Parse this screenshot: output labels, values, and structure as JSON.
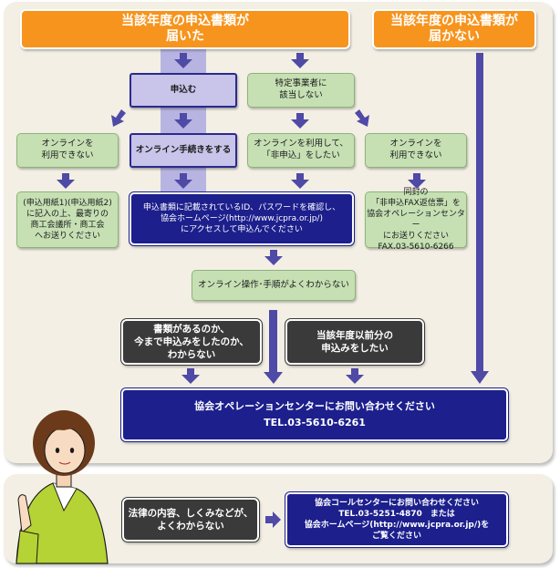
{
  "top": {
    "received_header": "当該年度の申込書類が\n届いた",
    "not_received_header": "当該年度の申込書類が\n届かない",
    "apply": "申込む",
    "not_applicable": "特定事業者に\n該当しない",
    "online_proc": "オンライン手続きをする",
    "online_unavailable_left": "オンラインを\n利用できない",
    "online_non_apply": "オンラインを利用して、\n「非申込」をしたい",
    "online_unavailable_right": "オンラインを\n利用できない",
    "paper_form": "(申込用紙1)(申込用紙2)\nに記入の上、最寄りの\n商工会議所・商工会\nへお送りください",
    "web_apply": "申込書類に記載されているID、パスワードを確認し、\n協会ホームページ(http://www.jcpra.or.jp/)\nにアクセスして申込んでください",
    "fax_form": "同封の\n「非申込FAX返信票」を\n協会オペレーションセンター\nにお送りください\nFAX.03-5610-6266",
    "online_unclear": "オンライン操作･手順がよくわからない",
    "docs_unclear": "書類があるのか、\n今まで申込みをしたのか、\nわからない",
    "previous_year": "当該年度以前分の\n申込みをしたい",
    "operation_center": "協会オペレーションセンターにお問い合わせください\nTEL.03-5610-6261"
  },
  "bottom": {
    "law_unclear": "法律の内容、しくみなどが、\nよくわからない",
    "call_center": "協会コールセンターにお問い合わせください\nTEL.03-5251-4870　または\n協会ホームページ(http://www.jcpra.or.jp/)を\nご覧ください"
  },
  "colors": {
    "arrow": "#4f4aa6",
    "orange": "#f7941d",
    "green": "#c6e0b4",
    "navy": "#1c1f8c",
    "dark": "#3a3a3a",
    "panel": "#f3efe4"
  },
  "icons": [
    "down-arrow-icon",
    "diagonal-arrow-icon",
    "right-arrow-icon",
    "woman-illustration"
  ]
}
